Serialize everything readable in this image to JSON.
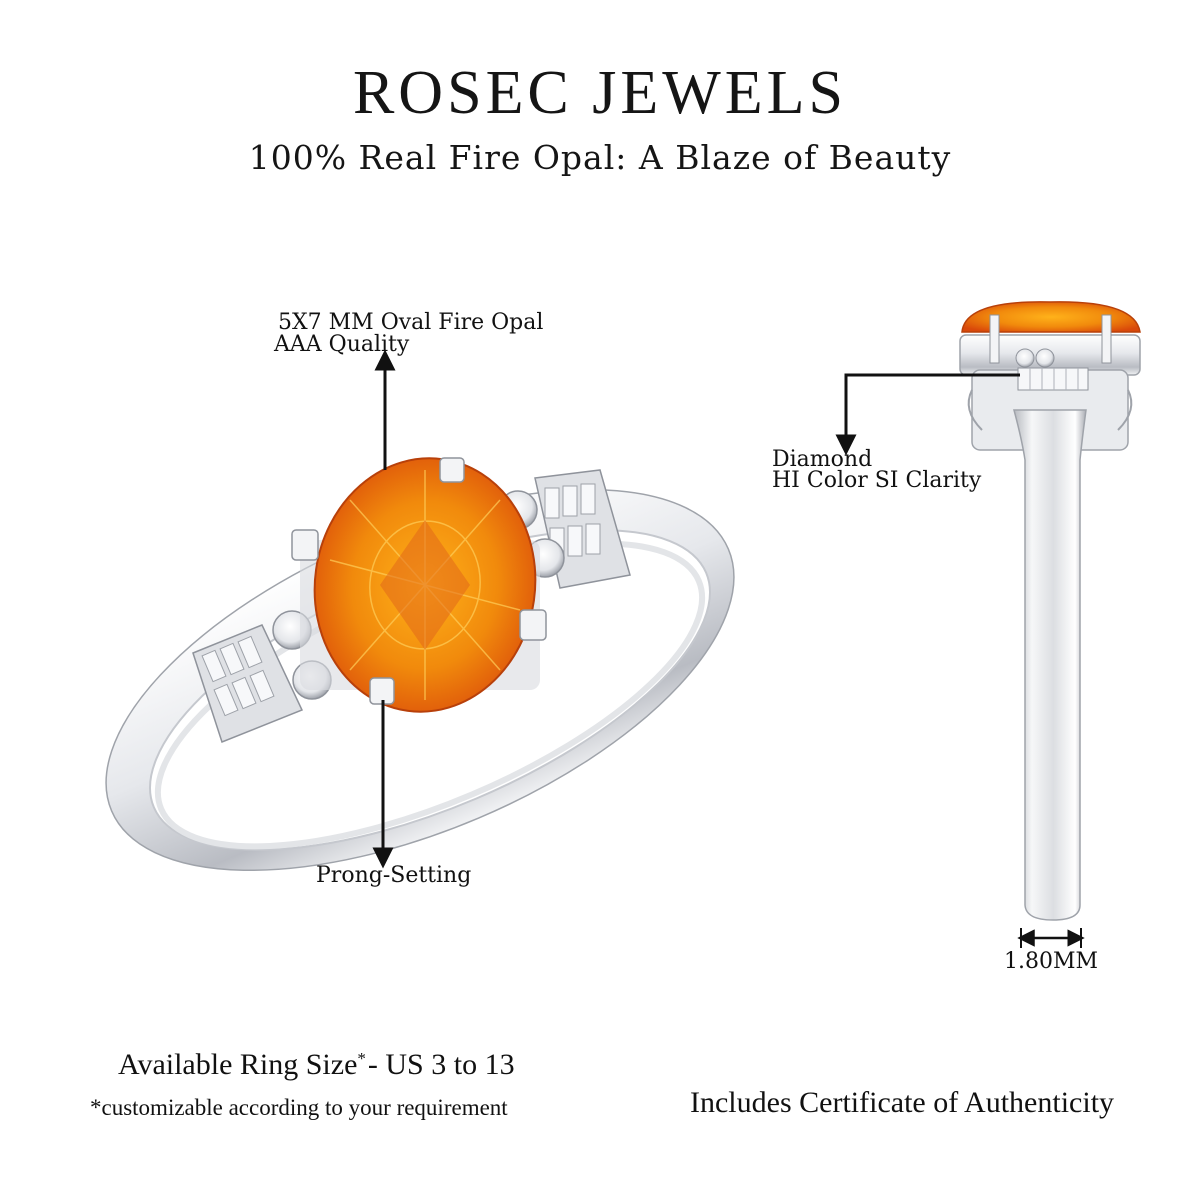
{
  "header": {
    "brand": "ROSEC JEWELS",
    "tagline": "100% Real Fire Opal: A Blaze of Beauty"
  },
  "callouts": {
    "center_stone_line1": "5X7 MM Oval Fire Opal",
    "center_stone_line2": "AAA Quality",
    "setting": "Prong-Setting",
    "side_stone_line1": "Diamond",
    "side_stone_line2": "HI Color SI Clarity",
    "band_width": "1.80MM"
  },
  "footer": {
    "size_prefix": "Available Ring Size",
    "size_asterisk": "*",
    "size_value": "- US 3 to 13",
    "size_note": "*customizable according to your requirement",
    "certificate": "Includes Certificate of Authenticity"
  },
  "colors": {
    "opal": "#f07a10",
    "metal": "#e2e4e8",
    "text": "#111111"
  },
  "icons": [
    "ring-front-view",
    "ring-side-view",
    "arrow-icon"
  ]
}
